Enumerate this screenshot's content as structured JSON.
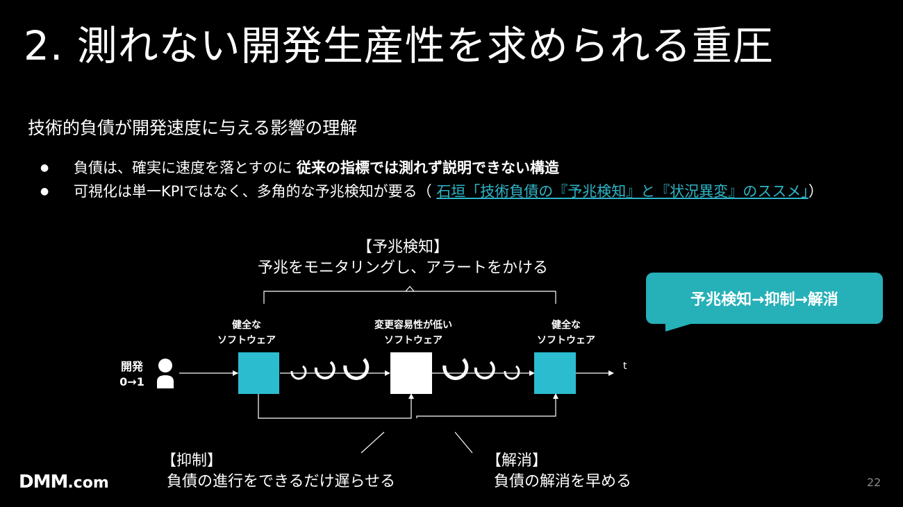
{
  "slide": {
    "title": "2. 測れない開発生産性を求められる重圧",
    "subtitle": "技術的負債が開発速度に与える影響の理解",
    "bullets": [
      {
        "text": "負債は、確実に速度を落とすのに ",
        "bold": "従来の指標では測れず説明できない構造"
      },
      {
        "text": "可視化は単一KPIではなく、多角的な予兆検知が要る（ ",
        "link": "石垣「技術負債の『予兆検知』と『状況異変』のススメ」",
        "suffix": "）"
      }
    ],
    "page_number": "22"
  },
  "diagram": {
    "detect_title": "【予兆検知】",
    "detect_desc": "予兆をモニタリングし、アラートをかける",
    "suppress_title": "【抑制】",
    "suppress_desc": "負債の進行をできるだけ遅らせる",
    "resolve_title": "【解消】",
    "resolve_desc": "負債の解消を早める",
    "dev_label_1": "開発",
    "dev_label_2": "0→1",
    "healthy_1": "健全な",
    "healthy_2": "ソフトウェア",
    "low_1": "変更容易性が低い",
    "low_2": "ソフトウェア",
    "time_label": "t",
    "callout": "予兆検知→抑制→解消",
    "box_color": "#2bbcd0"
  },
  "logo": {
    "main": "DMM",
    "suffix": ".com"
  }
}
